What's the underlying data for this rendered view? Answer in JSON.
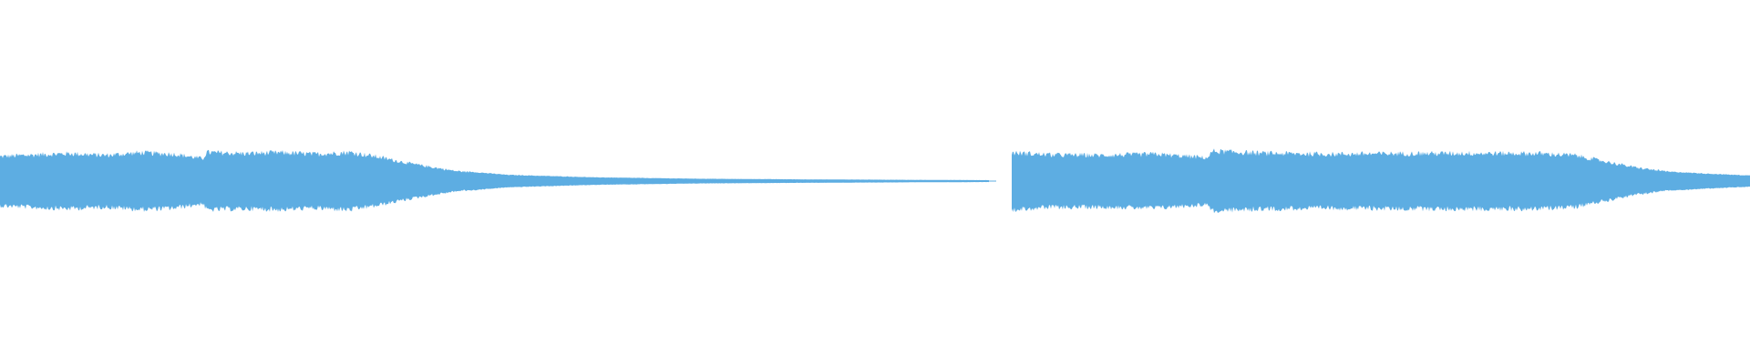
{
  "waveform": {
    "color": "#5dade2",
    "segments": [
      {
        "name": "segment-1",
        "start": 0.0,
        "end": 0.565,
        "envelope": [
          [
            0.0,
            0.82
          ],
          [
            0.02,
            0.88
          ],
          [
            0.04,
            0.92
          ],
          [
            0.06,
            0.86
          ],
          [
            0.08,
            0.95
          ],
          [
            0.1,
            0.9
          ],
          [
            0.116,
            0.75
          ],
          [
            0.118,
            0.96
          ],
          [
            0.14,
            0.92
          ],
          [
            0.16,
            0.95
          ],
          [
            0.18,
            0.9
          ],
          [
            0.2,
            0.96
          ],
          [
            0.215,
            0.82
          ],
          [
            0.235,
            0.58
          ],
          [
            0.26,
            0.34
          ],
          [
            0.29,
            0.2
          ],
          [
            0.34,
            0.12
          ],
          [
            0.4,
            0.075
          ],
          [
            0.46,
            0.055
          ],
          [
            0.52,
            0.04
          ],
          [
            0.565,
            0.03
          ]
        ]
      },
      {
        "name": "segment-2",
        "start": 0.578,
        "end": 1.0,
        "envelope": [
          [
            0.578,
            0.95
          ],
          [
            0.6,
            0.88
          ],
          [
            0.63,
            0.86
          ],
          [
            0.66,
            0.9
          ],
          [
            0.69,
            0.78
          ],
          [
            0.693,
            1.0
          ],
          [
            0.72,
            0.93
          ],
          [
            0.76,
            0.9
          ],
          [
            0.8,
            0.92
          ],
          [
            0.84,
            0.93
          ],
          [
            0.88,
            0.92
          ],
          [
            0.9,
            0.86
          ],
          [
            0.915,
            0.68
          ],
          [
            0.935,
            0.45
          ],
          [
            0.955,
            0.3
          ],
          [
            0.975,
            0.24
          ],
          [
            1.0,
            0.18
          ]
        ]
      }
    ]
  }
}
